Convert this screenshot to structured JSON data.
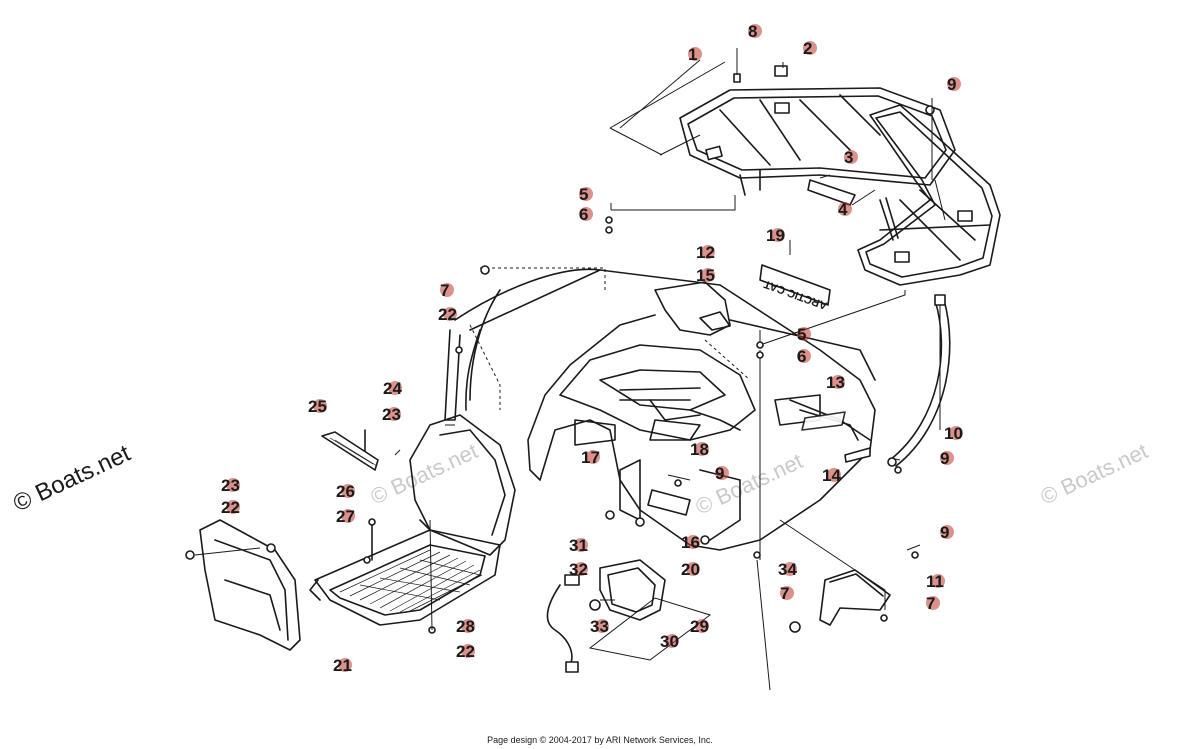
{
  "watermark": {
    "text": "© Boats.net"
  },
  "decal_text": "ARCTIC CAT",
  "footer": {
    "credit": "Page design © 2004-2017 by ARI Network Services, Inc."
  },
  "colors": {
    "callout_dot": "#c0392b",
    "line": "#1a1a1a",
    "watermark": "#c9c9c9"
  },
  "callouts": [
    {
      "id": "c-1",
      "num": "1"
    },
    {
      "id": "c-8",
      "num": "8"
    },
    {
      "id": "c-2",
      "num": "2"
    },
    {
      "id": "c-9a",
      "num": "9"
    },
    {
      "id": "c-3",
      "num": "3"
    },
    {
      "id": "c-4",
      "num": "4"
    },
    {
      "id": "c-5a",
      "num": "5"
    },
    {
      "id": "c-6a",
      "num": "6"
    },
    {
      "id": "c-19",
      "num": "19"
    },
    {
      "id": "c-12",
      "num": "12"
    },
    {
      "id": "c-15",
      "num": "15"
    },
    {
      "id": "c-7a",
      "num": "7"
    },
    {
      "id": "c-22a",
      "num": "22"
    },
    {
      "id": "c-5b",
      "num": "5"
    },
    {
      "id": "c-6b",
      "num": "6"
    },
    {
      "id": "c-24",
      "num": "24"
    },
    {
      "id": "c-25",
      "num": "25"
    },
    {
      "id": "c-23a",
      "num": "23"
    },
    {
      "id": "c-13",
      "num": "13"
    },
    {
      "id": "c-10",
      "num": "10"
    },
    {
      "id": "c-18",
      "num": "18"
    },
    {
      "id": "c-17",
      "num": "17"
    },
    {
      "id": "c-9b",
      "num": "9"
    },
    {
      "id": "c-9c",
      "num": "9"
    },
    {
      "id": "c-14",
      "num": "14"
    },
    {
      "id": "c-23b",
      "num": "23"
    },
    {
      "id": "c-22b",
      "num": "22"
    },
    {
      "id": "c-26",
      "num": "26"
    },
    {
      "id": "c-27",
      "num": "27"
    },
    {
      "id": "c-16",
      "num": "16"
    },
    {
      "id": "c-9d",
      "num": "9"
    },
    {
      "id": "c-31",
      "num": "31"
    },
    {
      "id": "c-32",
      "num": "32"
    },
    {
      "id": "c-20",
      "num": "20"
    },
    {
      "id": "c-34",
      "num": "34"
    },
    {
      "id": "c-11",
      "num": "11"
    },
    {
      "id": "c-7b",
      "num": "7"
    },
    {
      "id": "c-7c",
      "num": "7"
    },
    {
      "id": "c-33",
      "num": "33"
    },
    {
      "id": "c-29",
      "num": "29"
    },
    {
      "id": "c-28",
      "num": "28"
    },
    {
      "id": "c-22c",
      "num": "22"
    },
    {
      "id": "c-30",
      "num": "30"
    },
    {
      "id": "c-21",
      "num": "21"
    }
  ]
}
